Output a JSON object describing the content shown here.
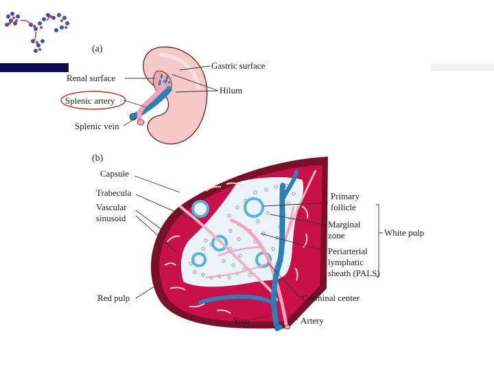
{
  "panels": {
    "a": "(a)",
    "b": "(b)"
  },
  "labels_a": {
    "renal_surface": "Renal surface",
    "splenic_artery": "Splenic artery",
    "splenic_vein": "Splenic vein",
    "gastric_surface": "Gastric surface",
    "hilum": "Hilum"
  },
  "labels_b": {
    "capsule": "Capsule",
    "trabecula": "Trabecula",
    "vascular_line1": "Vascular",
    "vascular_line2": "sinusoid",
    "red_pulp": "Red pulp",
    "vein": "Vein",
    "artery": "Artery",
    "primary_line1": "Primary",
    "primary_line2": "follicle",
    "marginal_line1": "Marginal",
    "marginal_line2": "zone",
    "pals_line1": "Periarterial",
    "pals_line2": "lymphatic",
    "pals_line3": "sheath (PALS)",
    "germinal_center": "Germinal center",
    "white_pulp": "White pulp"
  },
  "colors": {
    "red_pulp": "#c8104a",
    "capsule": "#7a0f2a",
    "artery": "#f2a6bd",
    "vein": "#2e7fb6",
    "white_pulp": "#eaf3fa",
    "follicle": "#57b3d9",
    "spleen_surface": "#f4c9c8",
    "highlight_circle": "#c0272d",
    "header_bar": "#0d0d4d"
  }
}
